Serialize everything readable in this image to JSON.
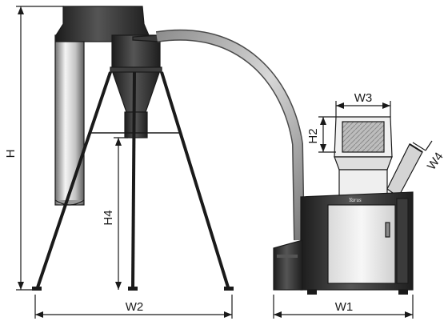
{
  "diagram": {
    "dimensions": {
      "overall_height": "H",
      "cyclone_stand_width": "W2",
      "cyclone_height": "H4",
      "granulator_width": "W1",
      "hopper_width": "W3",
      "hopper_height": "H2",
      "chute_width": "W4"
    },
    "brand_plate": "Yarus"
  },
  "colors": {
    "dark_metal": "#2a2a2a",
    "light_metal": "#e6e6e6",
    "silver": "#c9c9c9",
    "line": "#1a1a1a"
  }
}
